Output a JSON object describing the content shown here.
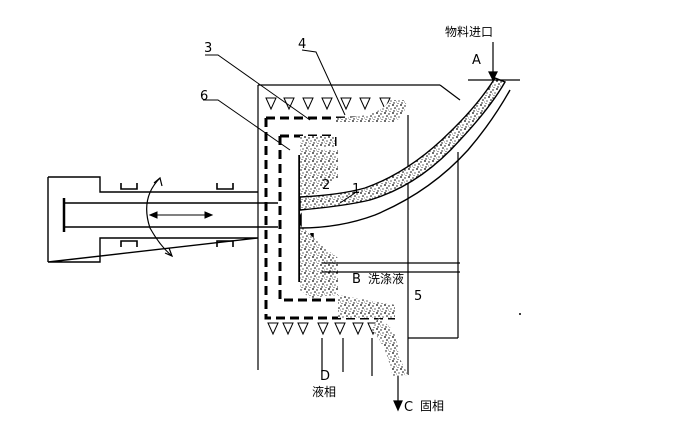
{
  "diagram": {
    "feed_inlet_label": "物料进口",
    "callouts": {
      "n1": "1",
      "n2": "2",
      "n3": "3",
      "n4": "4",
      "n5": "5",
      "n6": "6"
    },
    "stream_A": "A",
    "stream_B": "B",
    "stream_C": "C",
    "stream_D": "D",
    "wash_liquid_label": "洗涤液",
    "liquid_phase_label": "液相",
    "solid_phase_label": "固相"
  }
}
